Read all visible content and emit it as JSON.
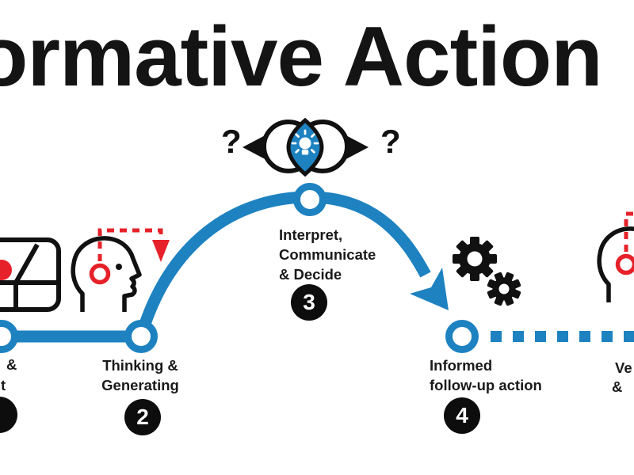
{
  "title": "ormative Action",
  "colors": {
    "blue": "#1E82C1",
    "red": "#E62129",
    "black": "#111111",
    "background": "#FFFFFF"
  },
  "eye": {
    "question_left": "?",
    "question_right": "?"
  },
  "steps": [
    {
      "number": "",
      "lines": [
        "&",
        "t"
      ]
    },
    {
      "number": "2",
      "lines": [
        "Thinking &",
        "Generating"
      ]
    },
    {
      "number": "3",
      "lines": [
        "Interpret,",
        "Communicate",
        "& Decide"
      ]
    },
    {
      "number": "4",
      "lines": [
        "Informed",
        "follow-up action"
      ]
    },
    {
      "number": "",
      "lines": [
        "Ve",
        "&"
      ]
    }
  ],
  "icons": {
    "question_mark": "?",
    "eye_venn_lightbulb": "two overlapping circles with blue lens and white bulb (svg-shape)",
    "gears": "two black cogs (svg-shape)",
    "head_idea": "head profile with red idea circle and dashed arrow (svg-shape)",
    "board_chart": "rounded panel with red dot, cut at left edge (svg-shape)",
    "process_path": "blue line, arc and dotted continuation (svg-shape)"
  }
}
